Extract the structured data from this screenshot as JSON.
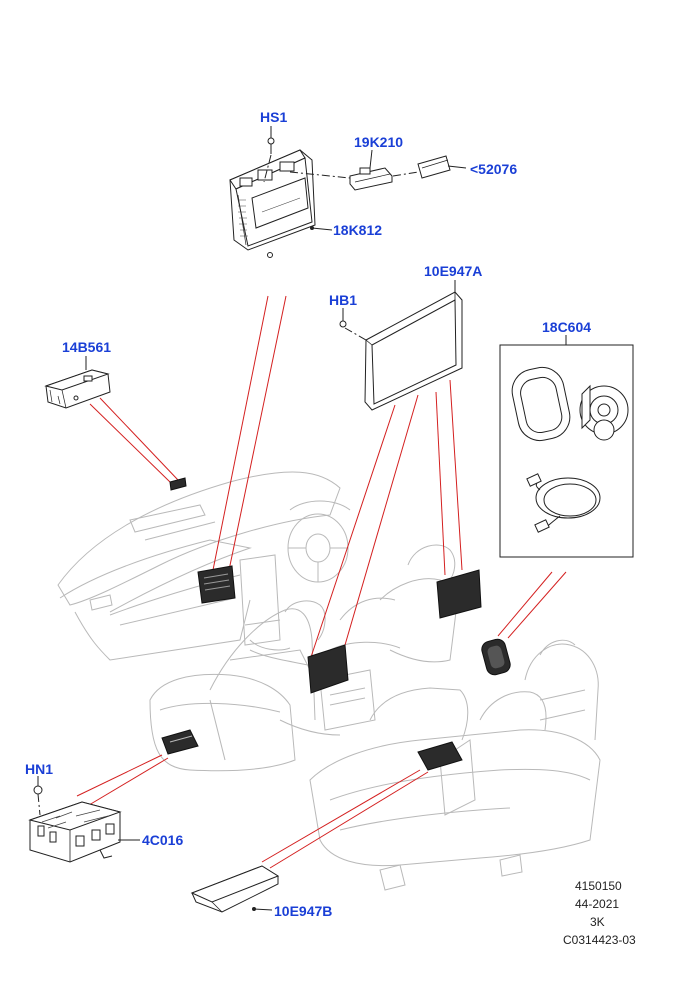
{
  "callouts": {
    "hs1": "HS1",
    "k19_210": "19K210",
    "n52076": "<52076",
    "k18_812": "18K812",
    "e10_947a": "10E947A",
    "hb1": "HB1",
    "b14_561": "14B561",
    "c18_604": "18C604",
    "hn1": "HN1",
    "c4_016": "4C016",
    "e10_947b": "10E947B"
  },
  "meta": {
    "line1": "4150150",
    "line2": "44-2021",
    "line3": "3K",
    "line4": "C0314423-03"
  },
  "colors": {
    "callout": "#1a3fd6",
    "leader_red": "#d42020",
    "line": "#222222",
    "ghost": "#b9b9b9"
  }
}
